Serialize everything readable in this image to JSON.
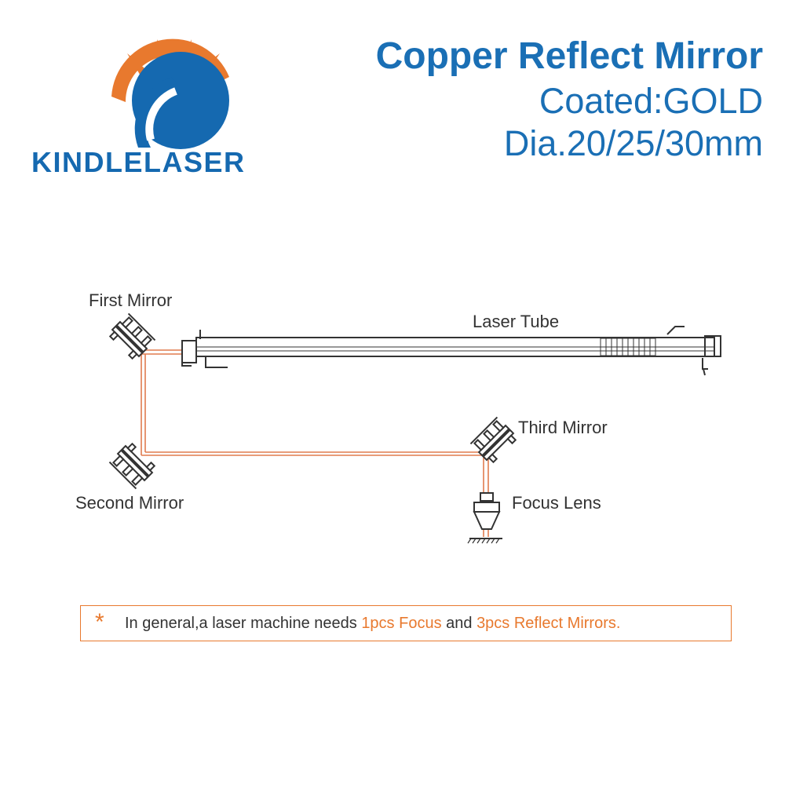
{
  "header": {
    "brand": "KINDLELASER",
    "title": "Copper Reflect Mirror",
    "coating": "Coated:GOLD",
    "diameter": "Dia.20/25/30mm"
  },
  "diagram": {
    "labels": {
      "first_mirror": "First Mirror",
      "laser_tube": "Laser Tube",
      "third_mirror": "Third Mirror",
      "second_mirror": "Second Mirror",
      "focus_lens": "Focus Lens"
    }
  },
  "note": {
    "star": "*",
    "prefix": "In general,a laser machine needs ",
    "focus": "1pcs Focus",
    "middle": " and ",
    "mirrors": "3pcs Reflect Mirrors."
  },
  "colors": {
    "brand_blue": "#1569b0",
    "accent_orange": "#e8792e",
    "beam": "#e07b4f",
    "line": "#333333"
  },
  "icons": [
    "sun-logo-icon",
    "mirror-mount-icon",
    "focus-lens-icon",
    "star-icon"
  ]
}
